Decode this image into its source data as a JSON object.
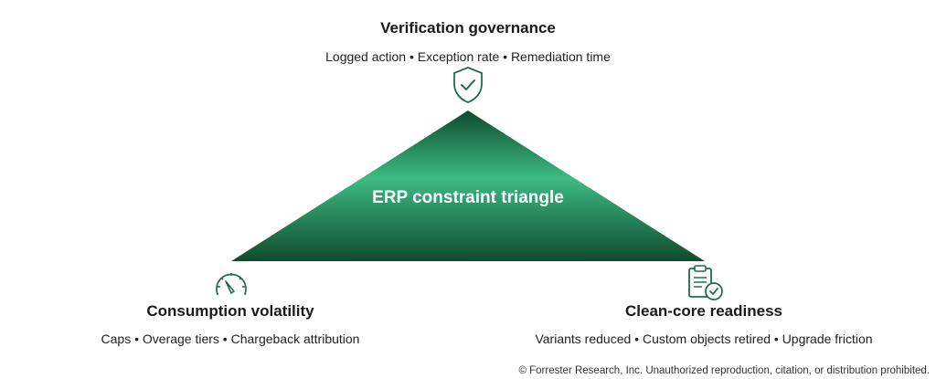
{
  "top": {
    "title": "Verification governance",
    "subtitle": "Logged action • Exception rate • Remediation time",
    "icon": "shield-check-icon"
  },
  "left": {
    "title": "Consumption volatility",
    "subtitle": "Caps • Overage tiers • Chargeback attribution",
    "icon": "gauge-icon"
  },
  "right": {
    "title": "Clean-core readiness",
    "subtitle": "Variants reduced • Custom objects retired • Upgrade friction",
    "icon": "clipboard-check-icon"
  },
  "triangle": {
    "label": "ERP constraint triangle"
  },
  "footer": {
    "copyright": "© Forrester Research, Inc. Unauthorized reproduction, citation, or distribution prohibited."
  },
  "colors": {
    "triangle_light": "#3dbb82",
    "triangle_dark": "#0f4a2f",
    "icon_stroke": "#1f6e4c"
  }
}
